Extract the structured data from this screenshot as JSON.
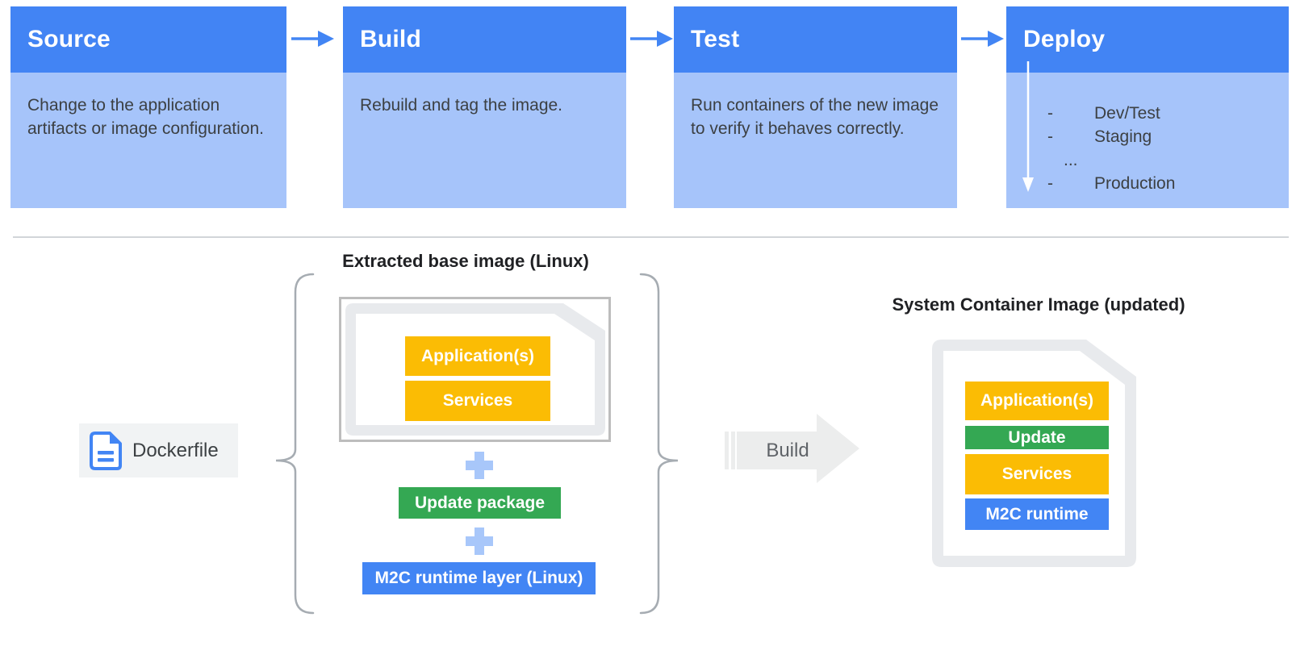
{
  "pipeline": {
    "stages": [
      {
        "title": "Source",
        "description": "Change to the application artifacts or image configuration."
      },
      {
        "title": "Build",
        "description": "Rebuild and tag the image."
      },
      {
        "title": "Test",
        "description": "Run containers of the new image to verify it behaves correctly."
      },
      {
        "title": "Deploy",
        "bullet": "-",
        "items": [
          "Dev/Test",
          "Staging",
          "...",
          "Production"
        ]
      }
    ]
  },
  "build_flow": {
    "dockerfile_label": "Dockerfile",
    "extracted_base_title": "Extracted base image (Linux)",
    "base_image_layers": {
      "applications": "Application(s)",
      "services": "Services"
    },
    "plus_sign": "+",
    "update_package_label": "Update package",
    "runtime_layer_label": "M2C runtime layer (Linux)",
    "build_arrow_label": "Build",
    "result_title": "System Container Image (updated)",
    "result_layers": {
      "applications": "Application(s)",
      "update": "Update",
      "services": "Services",
      "runtime": "M2C runtime"
    }
  },
  "icons": {
    "stage_connector": "arrow-right-icon",
    "deploy_progression": "arrow-down-icon",
    "dockerfile": "document-icon",
    "grouping": "curly-brace-icon",
    "combine": "plus-icon",
    "build_step": "big-arrow-right-icon",
    "container_image": "folded-page-icon"
  },
  "colors": {
    "header_blue": "#4284F4",
    "body_light_blue": "#A6C4FA",
    "accent_blue": "#4285F4",
    "layer_yellow": "#FBBC04",
    "layer_green": "#34A853",
    "plus_light_blue": "#A8C7FA",
    "page_gray": "#E8EAED",
    "outer_box_gray": "#BDBDBD",
    "chip_gray": "#F1F3F4",
    "text_dark": "#3C4043"
  }
}
